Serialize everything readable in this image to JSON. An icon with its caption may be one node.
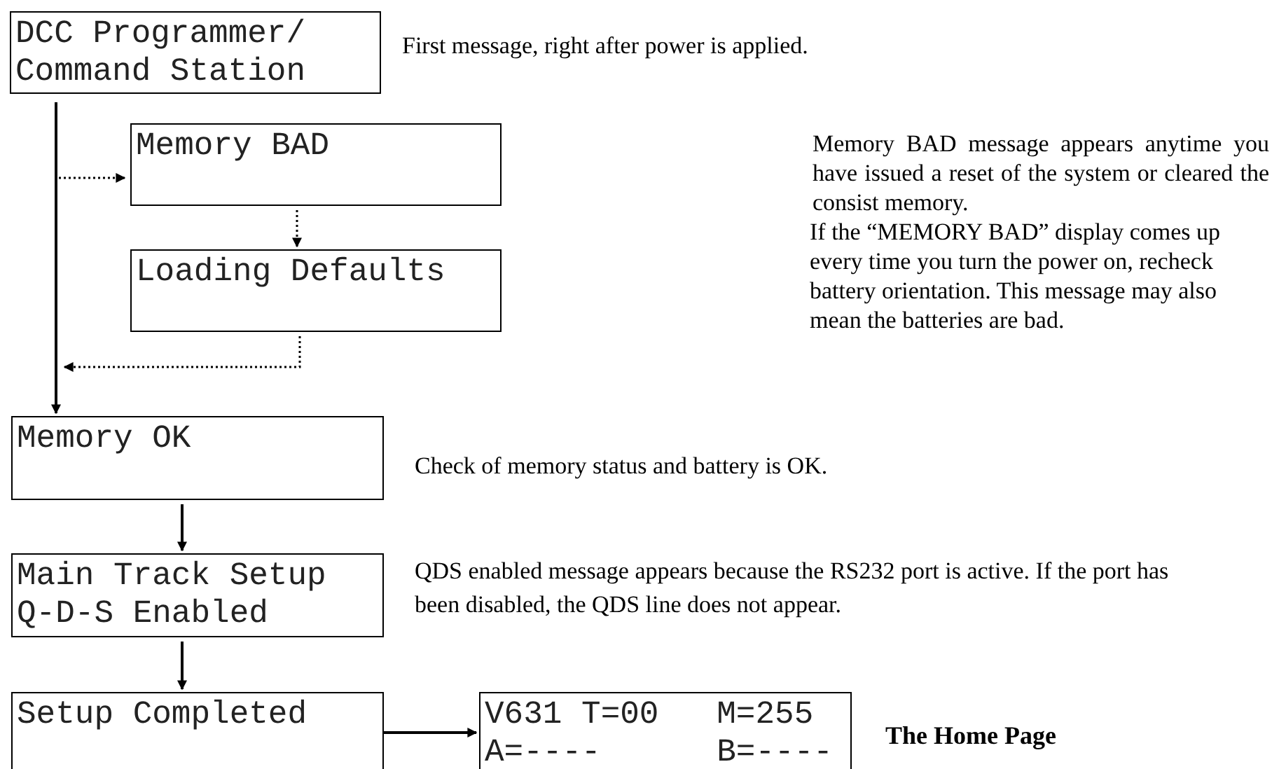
{
  "diagram": {
    "nodes": [
      {
        "text": [
          "DCC Programmer/",
          "Command Station"
        ],
        "beside": [
          "First message, right after power is applied."
        ]
      },
      {
        "text": [
          "Memory BAD"
        ]
      },
      {
        "text": [
          "Loading Defaults"
        ]
      },
      {
        "text": [
          "Memory OK"
        ],
        "beside": [
          "Check of memory status and battery is OK."
        ]
      },
      {
        "text": [
          "Main Track Setup",
          "Q-D-S Enabled"
        ],
        "beside": [
          "QDS enabled message appears because the RS232 port is active. If the port has been disabled, the QDS line does not appear."
        ]
      },
      {
        "text": [
          "Setup Completed"
        ]
      },
      {
        "text": [
          "V631 T=00   M=255",
          "A=----      B=----"
        ],
        "beside": [
          "The Home Page"
        ]
      }
    ],
    "edges": [
      {
        "from": 0,
        "to": 3,
        "arrow": "to"
      },
      {
        "from": 0,
        "to": 1,
        "arrow": "to",
        "style": "dashed"
      },
      {
        "from": 1,
        "to": 2,
        "arrow": "to",
        "style": "dashed"
      },
      {
        "from": 2,
        "to": 3,
        "arrow": "to",
        "style": "dashed"
      },
      {
        "from": 3,
        "to": 4,
        "arrow": "to"
      },
      {
        "from": 4,
        "to": 5,
        "arrow": "to"
      },
      {
        "from": 5,
        "to": 6,
        "arrow": "to"
      }
    ],
    "labels": [
      "Memory BAD message appears anytime you have issued a reset of the system or cleared the consist memory.",
      "If the “MEMORY BAD” display comes up every time you turn the power on, recheck battery orientation. This message may also mean the batteries are bad."
    ]
  }
}
